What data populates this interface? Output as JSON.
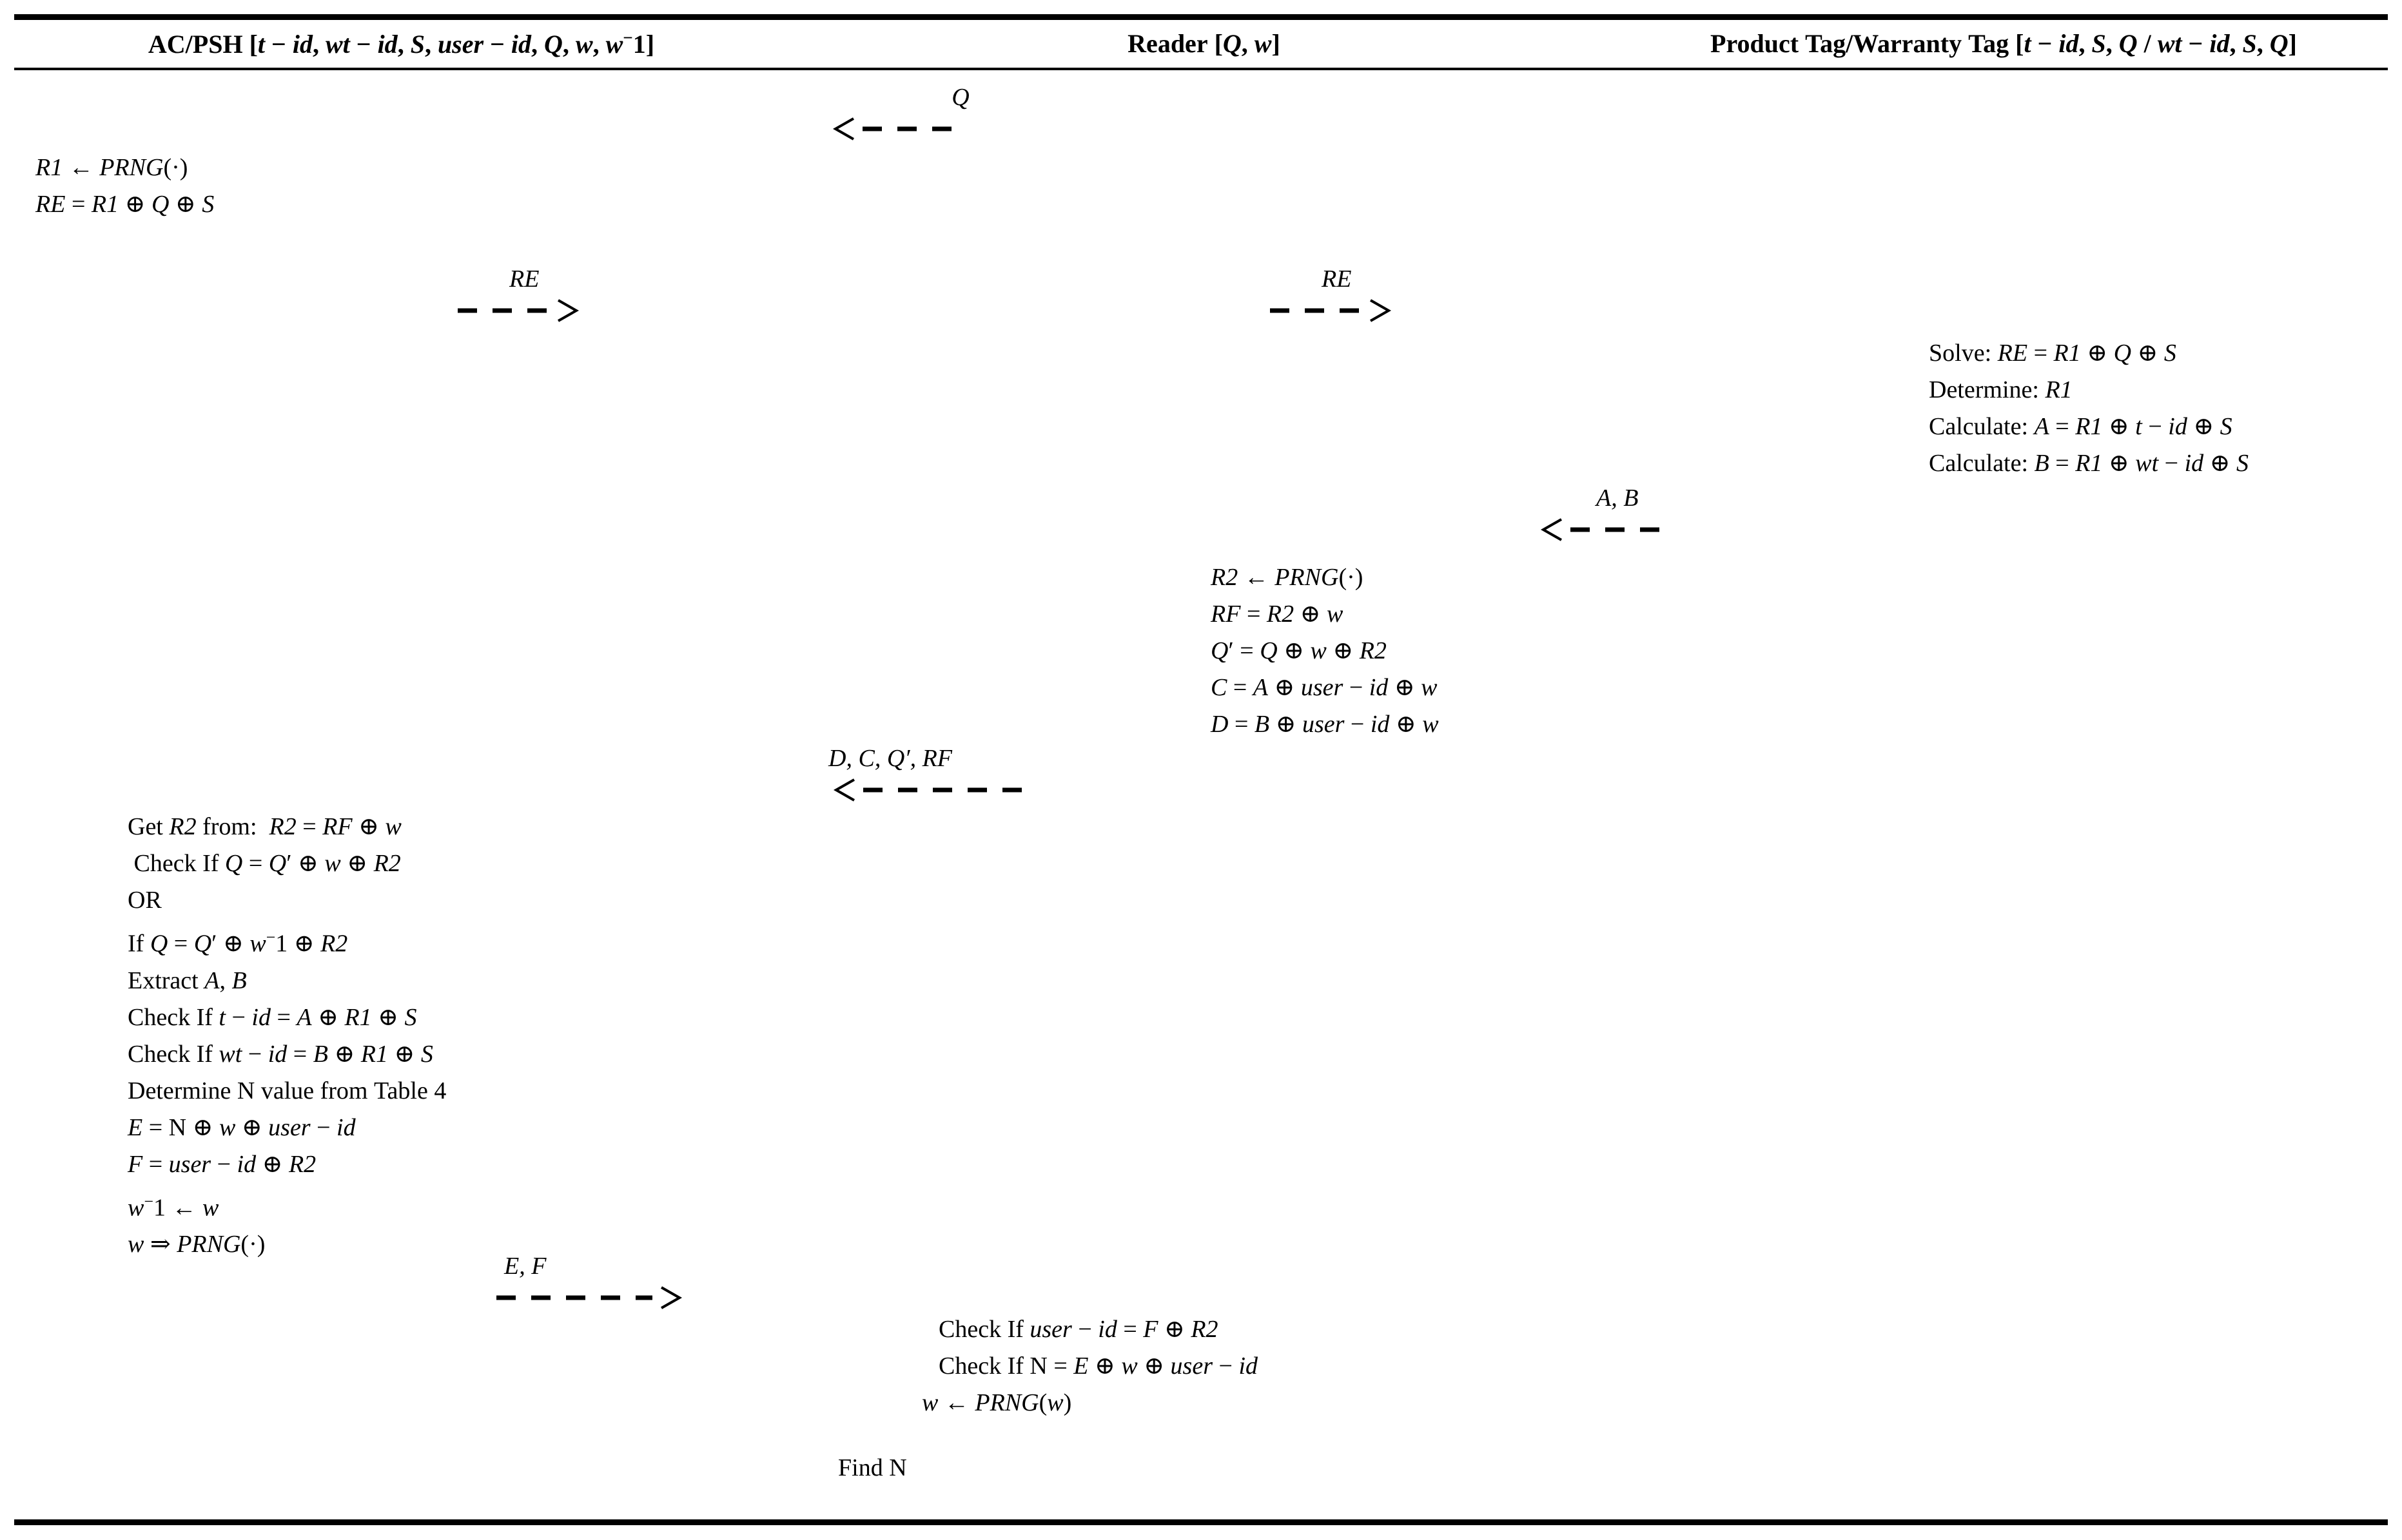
{
  "table": {
    "columns": [
      {
        "id": "ac-psh",
        "label": "AC/PSH [t − id, wt − id, S, user − id, Q, w, w⁻1]"
      },
      {
        "id": "reader",
        "label": "Reader [Q, w]"
      },
      {
        "id": "tag",
        "label": "Product Tag/Warranty Tag [t − id, S, Q / wt − id, S, Q]"
      }
    ]
  },
  "messages": [
    {
      "id": "q",
      "label": "Q",
      "direction": "left",
      "dash_length": "short"
    },
    {
      "id": "re-left",
      "label": "RE",
      "direction": "right",
      "dash_length": "short"
    },
    {
      "id": "re-right",
      "label": "RE",
      "direction": "right",
      "dash_length": "short"
    },
    {
      "id": "ab",
      "label": "A, B",
      "direction": "left",
      "dash_length": "short"
    },
    {
      "id": "dcqrf",
      "label": "D, C, Q′, RF",
      "direction": "left",
      "dash_length": "long"
    },
    {
      "id": "ef",
      "label": "E, F",
      "direction": "right",
      "dash_length": "long"
    }
  ],
  "blocks": {
    "acpsh_init": {
      "owner": "AC/PSH",
      "lines": [
        "R1 ← PRNG(·)",
        "RE = R1 ⊕ Q ⊕ S"
      ]
    },
    "tag_compute": {
      "owner": "Product Tag/Warranty Tag",
      "lines": [
        "Solve: RE = R1 ⊕ Q ⊕ S",
        "Determine: R1",
        "Calculate: A = R1 ⊕ t − id ⊕ S",
        "Calculate: B = R1 ⊕ wt − id ⊕ S"
      ]
    },
    "reader_compute": {
      "owner": "Reader",
      "lines": [
        "R2 ← PRNG(·)",
        "RF = R2 ⊕ w",
        "Q′ = Q ⊕ w ⊕ R2",
        "C = A ⊕ user − id ⊕ w",
        "D = B ⊕ user − id ⊕ w"
      ]
    },
    "acpsh_verify": {
      "owner": "AC/PSH",
      "lines": [
        "Get R2 from:  R2 = RF ⊕ w",
        " Check If Q = Q′ ⊕ w ⊕ R2",
        "OR",
        "If Q = Q′ ⊕ w⁻1 ⊕ R2",
        "Extract A, B",
        "Check If t − id = A ⊕ R1 ⊕ S",
        "Check If wt − id = B ⊕ R1 ⊕ S",
        "Determine N value from Table 4",
        "E = N ⊕ w ⊕ user − id",
        "F = user − id ⊕ R2",
        "w⁻1 ← w",
        "w ⇒ PRNG(·)"
      ]
    },
    "reader_verify": {
      "owner": "Reader",
      "lines": [
        "Check If user − id = F ⊕ R2",
        "Check If N = E ⊕ w ⊕ user − id",
        "w ← PRNG(w)"
      ]
    },
    "reader_result": {
      "owner": "Reader",
      "lines": [
        "Find N"
      ]
    }
  },
  "colors": {
    "ink": "#000000",
    "paper": "#ffffff"
  }
}
